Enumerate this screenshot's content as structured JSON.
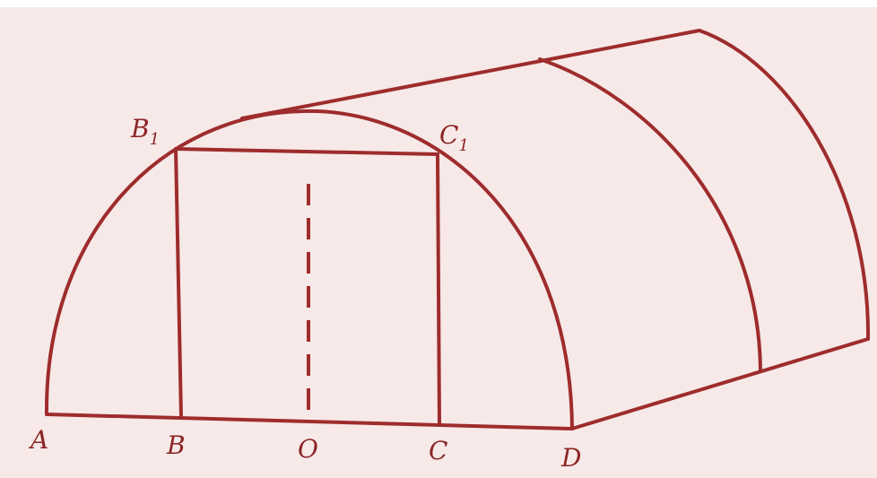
{
  "figure": {
    "labels": {
      "A": "A",
      "B": "B",
      "O": "O",
      "C": "C",
      "D": "D",
      "B1_base": "B",
      "B1_sub": "1",
      "C1_base": "C",
      "C1_sub": "1"
    },
    "colors": {
      "background": "#f6e9e8",
      "stroke": "#9e2c2c"
    }
  }
}
